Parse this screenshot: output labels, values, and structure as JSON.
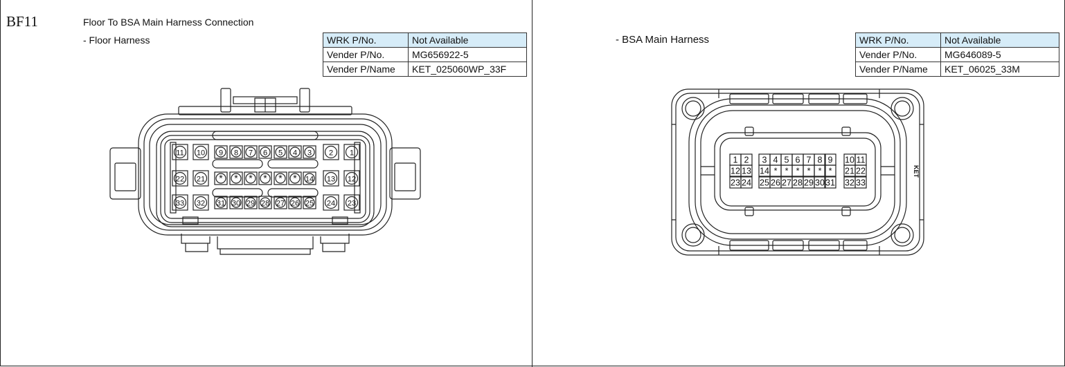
{
  "code": "BF11",
  "title": "Floor To BSA Main Harness Connection",
  "left": {
    "subtitle": "- Floor Harness",
    "table": {
      "rows": [
        {
          "label": "WRK P/No.",
          "value": "Not Available"
        },
        {
          "label": "Vender P/No.",
          "value": "MG656922-5"
        },
        {
          "label": "Vender P/Name",
          "value": "KET_025060WP_33F"
        }
      ]
    },
    "pins": {
      "row1": [
        "11",
        "10",
        "9",
        "8",
        "7",
        "6",
        "5",
        "4",
        "3",
        "2",
        "1"
      ],
      "row2": [
        "22",
        "21",
        "*",
        "*",
        "*",
        "*",
        "*",
        "*",
        "14",
        "13",
        "12"
      ],
      "row3": [
        "33",
        "32",
        "31",
        "30",
        "29",
        "28",
        "27",
        "26",
        "25",
        "24",
        "23"
      ]
    }
  },
  "right": {
    "subtitle": "- BSA Main Harness",
    "table": {
      "rows": [
        {
          "label": "WRK P/No.",
          "value": "Not Available"
        },
        {
          "label": "Vender P/No.",
          "value": "MG646089-5"
        },
        {
          "label": "Vender P/Name",
          "value": "KET_06025_33M"
        }
      ]
    },
    "logo_text": "KET",
    "pins": {
      "row1": [
        "1",
        "2",
        "3",
        "4",
        "5",
        "6",
        "7",
        "8",
        "9",
        "10",
        "11"
      ],
      "row2": [
        "12",
        "13",
        "14",
        "*",
        "*",
        "*",
        "*",
        "*",
        "*",
        "21",
        "22"
      ],
      "row3": [
        "23",
        "24",
        "25",
        "26",
        "27",
        "28",
        "29",
        "30",
        "31",
        "32",
        "33"
      ]
    }
  }
}
